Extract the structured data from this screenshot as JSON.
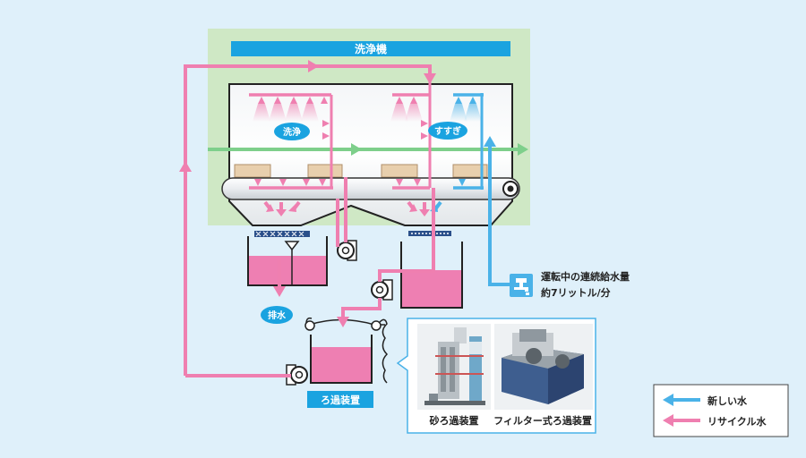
{
  "colors": {
    "background": "#dff0fa",
    "machine_area": "#cfe8c5",
    "title_bar": "#1aa3e0",
    "recycle_water": "#ef7fb0",
    "fresh_water": "#4ab2e8",
    "conveyor_flow": "#7ecf8b",
    "tank_water": "#ee7fb2",
    "bubble": "#1aa3e0"
  },
  "diagram": {
    "title": "洗浄機",
    "wash_label": "洗浄",
    "rinse_label": "すすぎ",
    "drain_label": "排水",
    "filter_device_label": "ろ過装置",
    "supply_note_line1": "運転中の連続給水量",
    "supply_note_line2": "約7リットル/分",
    "sand_filter_caption": "砂ろ過装置",
    "cartridge_filter_caption": "フィルター式ろ過装置"
  },
  "legend": {
    "fresh_label": "新しい水",
    "recycle_label": "リサイクル水"
  }
}
